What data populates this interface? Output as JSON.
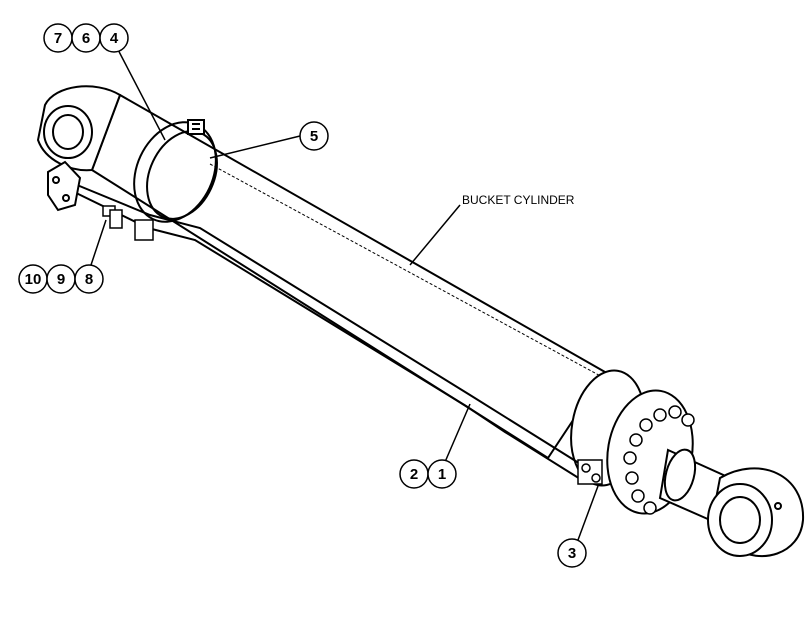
{
  "label": "BUCKET CYLINDER",
  "callouts": {
    "c1": "1",
    "c2": "2",
    "c3": "3",
    "c4": "4",
    "c5": "5",
    "c6": "6",
    "c7": "7",
    "c8": "8",
    "c9": "9",
    "c10": "10"
  }
}
